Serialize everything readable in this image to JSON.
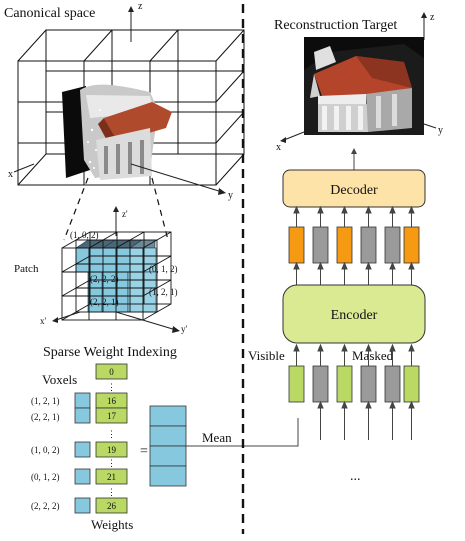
{
  "left": {
    "canonical_title": "Canonical space",
    "axes": {
      "z": "z",
      "x": "x",
      "y": "y"
    },
    "patch_label": "Patch",
    "patch_axes": {
      "z": "z'",
      "x": "x'",
      "y": "y'"
    },
    "patch_coords": [
      "(1, 0, 2)",
      "(2, 2, 2)",
      "(0, 1, 2)",
      "(1, 2, 1)",
      "(2, 2, 1)"
    ],
    "sparse_title": "Sparse Weight Indexing",
    "voxels_label": "Voxels",
    "weights_label": "Weights",
    "index_rows": [
      {
        "coord": "",
        "value": "0"
      },
      {
        "coord": "(1, 2, 1)",
        "value": "16"
      },
      {
        "coord": "(2, 2, 1)",
        "value": "17"
      },
      {
        "coord": "(1, 0, 2)",
        "value": "19"
      },
      {
        "coord": "(0, 1, 2)",
        "value": "21"
      },
      {
        "coord": "(2, 2, 2)",
        "value": "26"
      }
    ],
    "dots": "⋮",
    "equals": "=",
    "mean_label": "Mean"
  },
  "right": {
    "target_title": "Reconstruction Target",
    "target_axes": {
      "z": "z",
      "x": "x",
      "y": "y"
    },
    "decoder_label": "Decoder",
    "encoder_label": "Encoder",
    "visible_label": "Visible",
    "masked_label": "Masked",
    "ellipsis": "..."
  },
  "colors": {
    "decoder_fill": "#fde3a7",
    "encoder_fill": "#d9ea92",
    "token_orange": "#f59a12",
    "token_gray": "#9a9a9a",
    "token_green": "#b9d864",
    "voxel_blue": "#86c9df",
    "weight_green": "#b9d864",
    "patch_top": "#4b6675"
  }
}
